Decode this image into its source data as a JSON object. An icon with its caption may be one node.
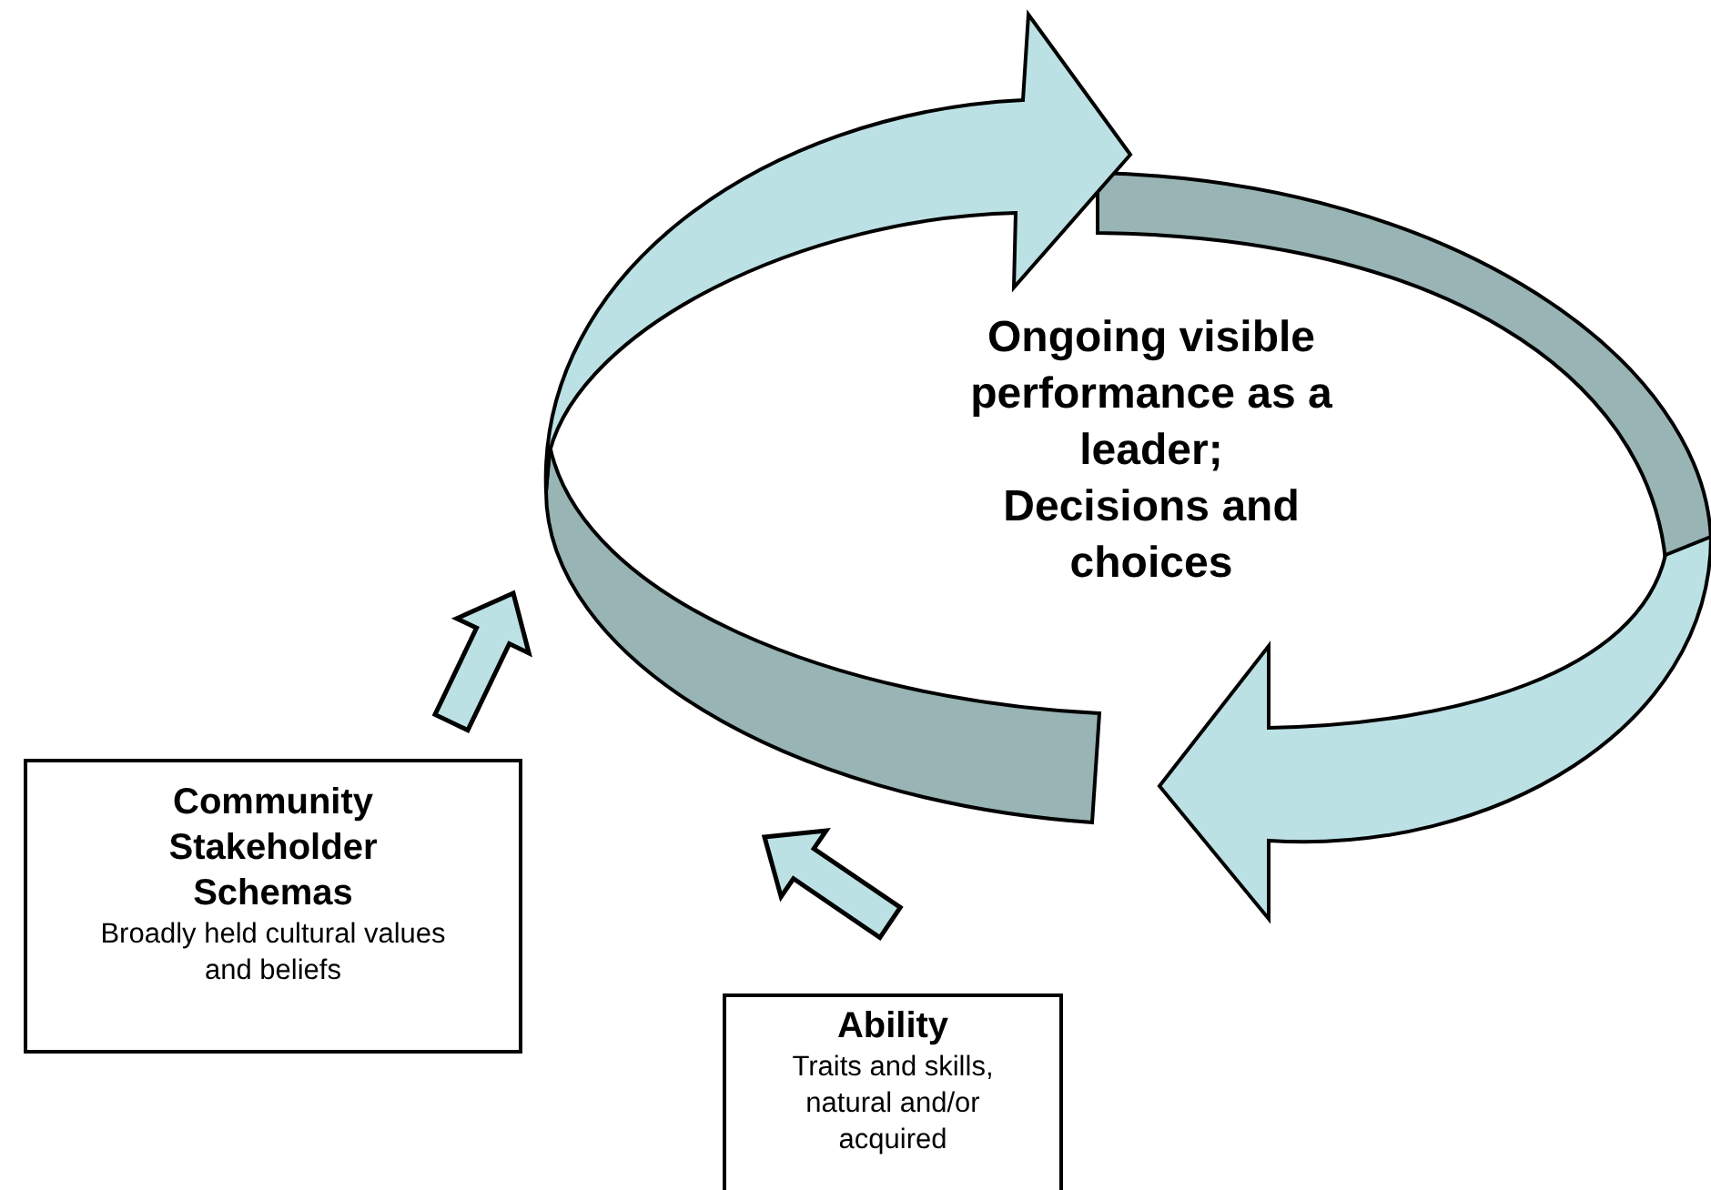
{
  "diagram": {
    "nodes": [
      {
        "text": [
          "Ongoing visible performance as a leader;",
          "Decisions and choices"
        ]
      },
      {
        "text": [
          "Community Stakeholder Schemas",
          "Broadly held cultural values and beliefs"
        ]
      },
      {
        "text": [
          "Ability",
          "Traits and skills, natural and/or acquired"
        ]
      }
    ],
    "edges": [
      {
        "from": 1,
        "to": 0,
        "arrow": "to"
      },
      {
        "from": 2,
        "to": 0,
        "arrow": "to"
      }
    ]
  }
}
